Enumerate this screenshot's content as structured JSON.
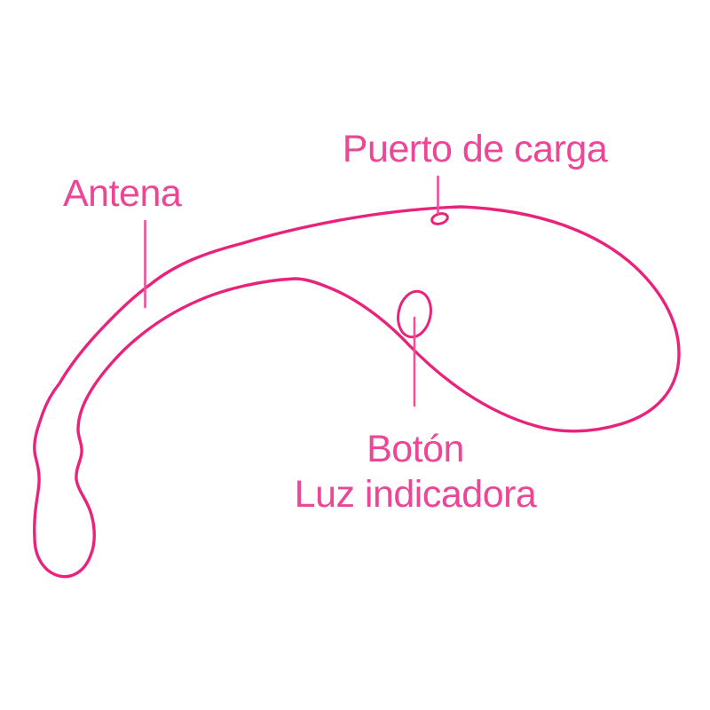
{
  "diagram": {
    "type": "product-part-diagram",
    "labels": {
      "charging_port": "Puerto de carga",
      "antenna": "Antena",
      "button": "Botón",
      "indicator_light": "Luz indicadora"
    },
    "parts": {
      "device_outline": "device-outline",
      "charging_port_marker": "charging-port-marker",
      "button_indicator_marker": "button-indicator-marker"
    }
  },
  "colors": {
    "outline": "#E9237B",
    "text": "#EC4796",
    "leader": "#EE4F9B",
    "background": "#FFFFFF"
  }
}
